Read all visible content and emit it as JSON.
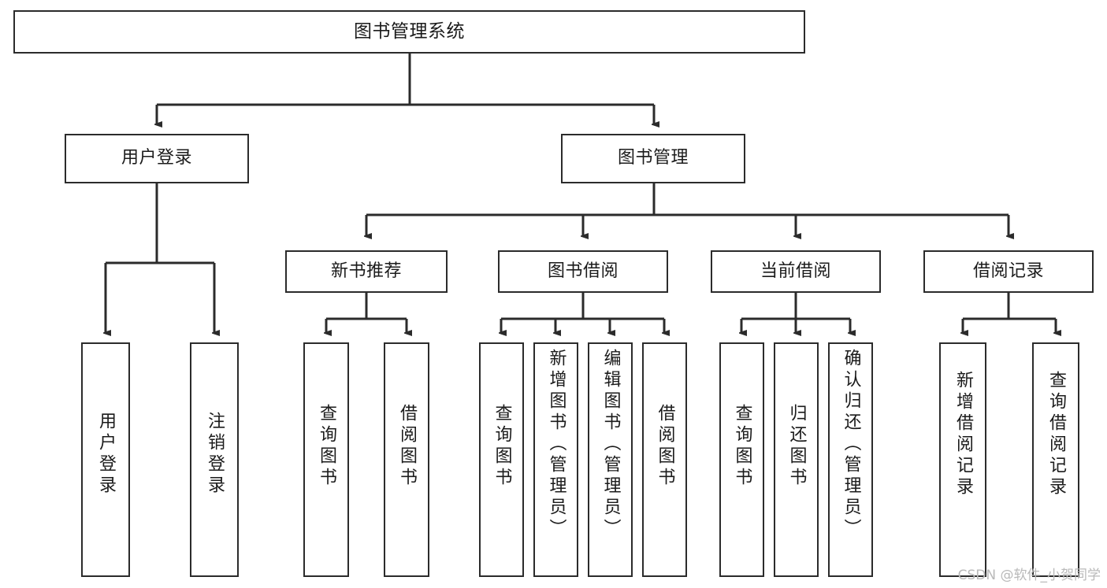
{
  "diagram": {
    "title": "图书管理系统",
    "type": "tree-hierarchy",
    "root": {
      "id": "root",
      "label": "图书管理系统"
    },
    "level2": [
      {
        "id": "user-login",
        "label": "用户登录"
      },
      {
        "id": "book-management",
        "label": "图书管理"
      }
    ],
    "level3": [
      {
        "id": "new-book-recommend",
        "label": "新书推荐",
        "parent": "book-management"
      },
      {
        "id": "book-borrow",
        "label": "图书借阅",
        "parent": "book-management"
      },
      {
        "id": "current-borrow",
        "label": "当前借阅",
        "parent": "book-management"
      },
      {
        "id": "borrow-record",
        "label": "借阅记录",
        "parent": "book-management"
      }
    ],
    "leaves": [
      {
        "id": "leaf-user-login",
        "label": "用户登录",
        "parent": "user-login"
      },
      {
        "id": "leaf-logout-login",
        "label": "注销登录",
        "parent": "user-login"
      },
      {
        "id": "leaf-query-book-1",
        "label": "查询图书",
        "parent": "new-book-recommend"
      },
      {
        "id": "leaf-borrow-book-1",
        "label": "借阅图书",
        "parent": "new-book-recommend"
      },
      {
        "id": "leaf-query-book-2",
        "label": "查询图书",
        "parent": "book-borrow"
      },
      {
        "id": "leaf-add-book",
        "label": "新增图书（管理员）",
        "parent": "book-borrow"
      },
      {
        "id": "leaf-edit-book",
        "label": "编辑图书（管理员）",
        "parent": "book-borrow"
      },
      {
        "id": "leaf-borrow-book-2",
        "label": "借阅图书",
        "parent": "book-borrow"
      },
      {
        "id": "leaf-query-book-3",
        "label": "查询图书",
        "parent": "current-borrow"
      },
      {
        "id": "leaf-return-book",
        "label": "归还图书",
        "parent": "current-borrow"
      },
      {
        "id": "leaf-confirm-return",
        "label": "确认归还（管理员）",
        "parent": "current-borrow"
      },
      {
        "id": "leaf-add-borrow-record",
        "label": "新增借阅记录",
        "parent": "borrow-record"
      },
      {
        "id": "leaf-query-borrow-record",
        "label": "查询借阅记录",
        "parent": "borrow-record"
      }
    ],
    "colors": {
      "stroke": "#2b2b2b",
      "box_fill": "#ffffff",
      "text": "#1b1b1b",
      "watermark": "#b9b9b9"
    }
  },
  "watermark": {
    "text": "CSDN @软件_小贺同学"
  }
}
